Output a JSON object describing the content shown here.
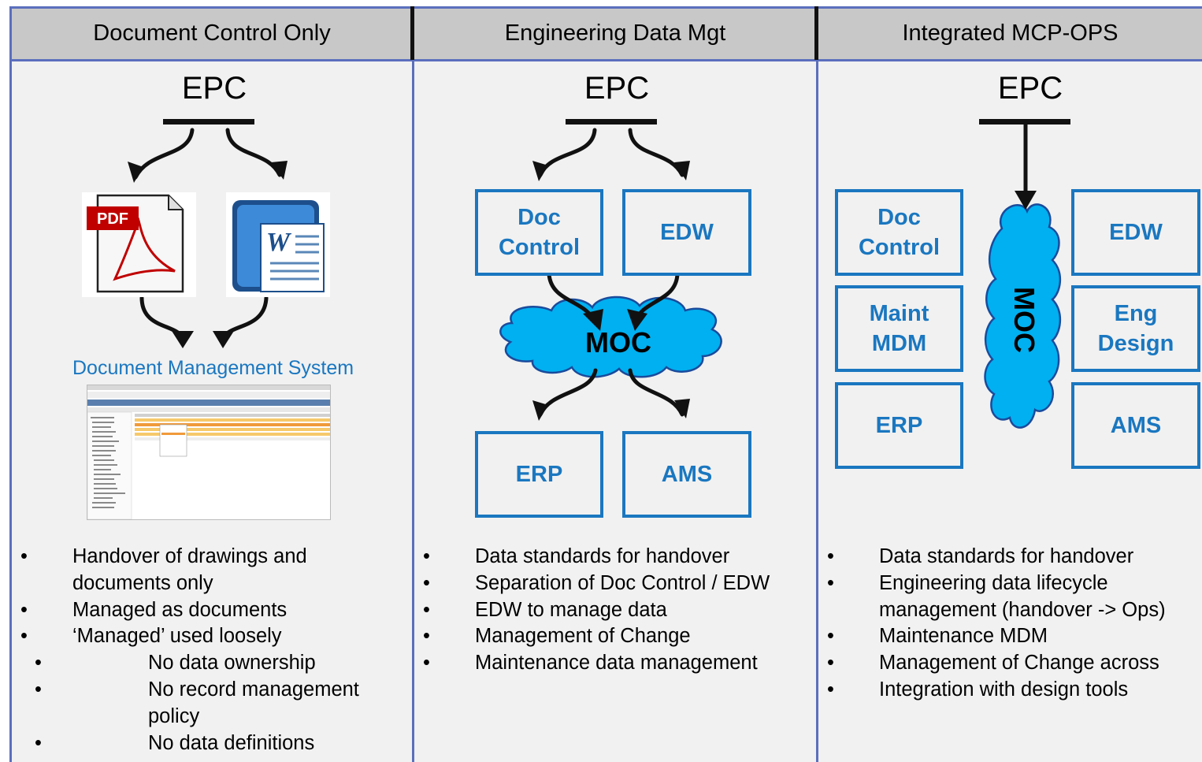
{
  "columns": [
    {
      "header": "Document Control Only",
      "epc": "EPC",
      "dms_title": "Document Management System",
      "icons": [
        "pdf-file-icon",
        "word-document-icon"
      ],
      "bullets": [
        "Handover of drawings and documents only",
        "Managed as documents",
        "‘Managed’ used loosely"
      ],
      "sub_bullets": [
        "No data ownership",
        "No record management policy",
        "No data definitions"
      ]
    },
    {
      "header": "Engineering Data Mgt",
      "epc": "EPC",
      "boxes": {
        "doc_control_1": "Doc",
        "doc_control_2": "Control",
        "edw": "EDW",
        "erp": "ERP",
        "ams": "AMS"
      },
      "moc": "MOC",
      "bullets": [
        "Data standards for handover",
        "Separation of Doc Control / EDW",
        "EDW to manage data",
        "Management of Change",
        "Maintenance data management"
      ]
    },
    {
      "header": "Integrated MCP-OPS",
      "epc": "EPC",
      "boxes": {
        "doc_control_1": "Doc",
        "doc_control_2": "Control",
        "edw": "EDW",
        "maint_1": "Maint",
        "maint_2": "MDM",
        "eng_1": "Eng",
        "eng_2": "Design",
        "erp": "ERP",
        "ams": "AMS"
      },
      "moc": "MOC",
      "bullets": [
        "Data standards for handover",
        "Engineering data lifecycle management (handover -> Ops)",
        "Maintenance MDM",
        "Management of Change across",
        "Integration with design tools"
      ]
    }
  ],
  "colors": {
    "column_border": "#5b6fbd",
    "header_bg": "#c8c8c8",
    "panel_bg": "#f1f1f1",
    "box_blue": "#1a77c0",
    "cloud_fill": "#00b0f0"
  }
}
